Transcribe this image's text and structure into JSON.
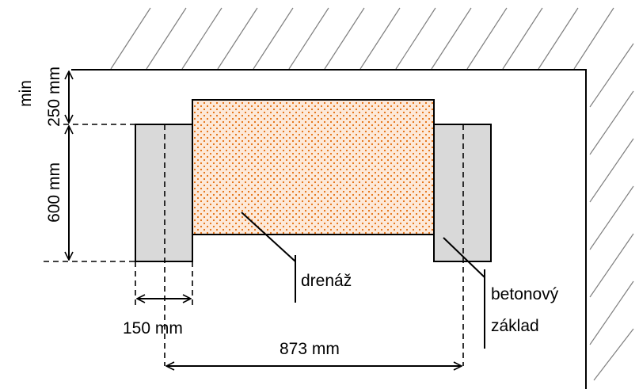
{
  "labels": {
    "min": "min",
    "height_top": "250 mm",
    "height_footing": "600 mm",
    "width_footing": "150 mm",
    "span": "873 mm",
    "drainage": "drenáž",
    "concrete_line1": "betonový",
    "concrete_line2": "základ"
  },
  "colors": {
    "line": "#000000",
    "wall_fill": "#ffffff",
    "footing_fill": "#d9d9d9",
    "drainage_fill": "#fde9d9",
    "drainage_dots": "#e46c0a"
  }
}
